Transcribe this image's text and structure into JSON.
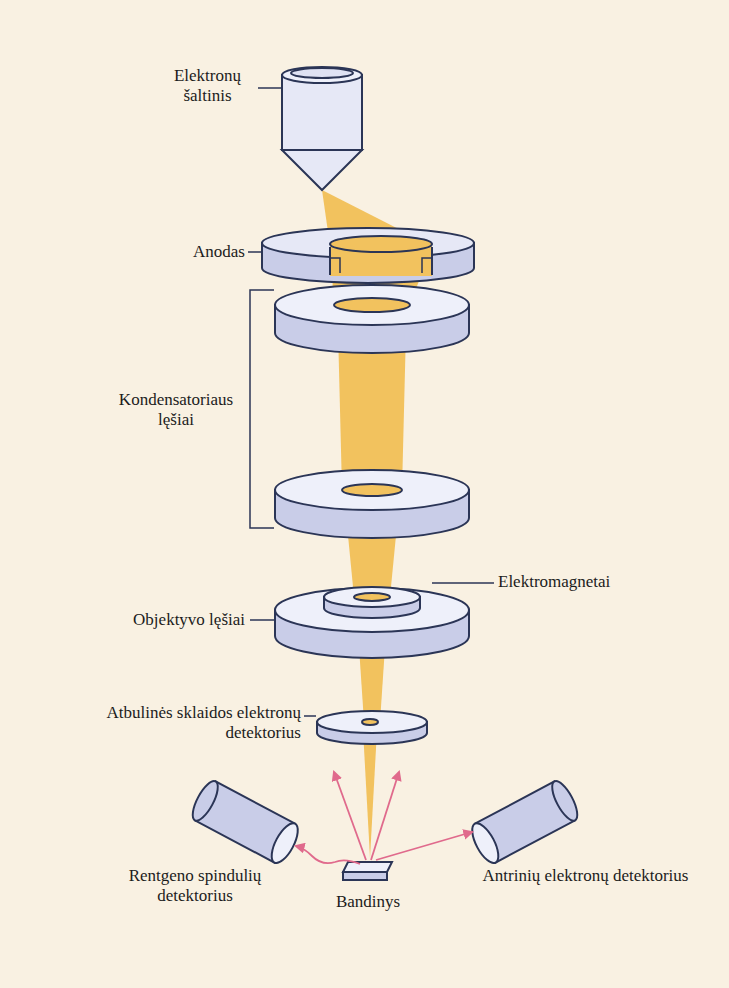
{
  "diagram": {
    "labels": [
      "Elektronų šaltinis",
      "Anodas",
      "Kondensatoriaus lęšiai",
      "Elektromagnetai",
      "Objektyvo lęšiai",
      "Atbulinės sklaidos elektronų detektorius",
      "Rentgeno spindulių detektorius",
      "Antrinių elektronų detektorius",
      "Bandinys"
    ]
  }
}
